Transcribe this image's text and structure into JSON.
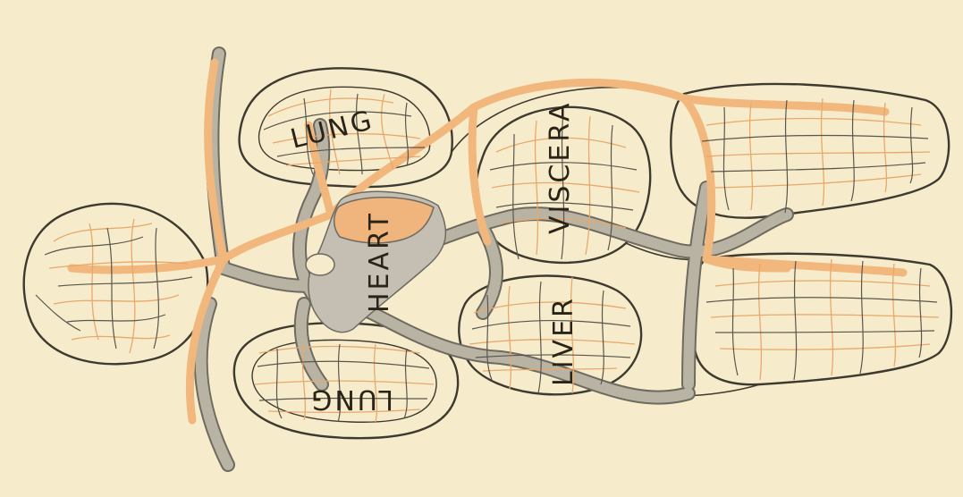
{
  "diagram": {
    "labels": {
      "lung_top": "LUNG",
      "lung_bottom": "LUNG",
      "heart": "HEART",
      "viscera": "VISCERA",
      "liver": "LIVER"
    },
    "colors": {
      "background": "#f6eccb",
      "arterial": "#f2b77c",
      "venous": "#b9b3a4",
      "outline": "#3f3a30"
    }
  }
}
